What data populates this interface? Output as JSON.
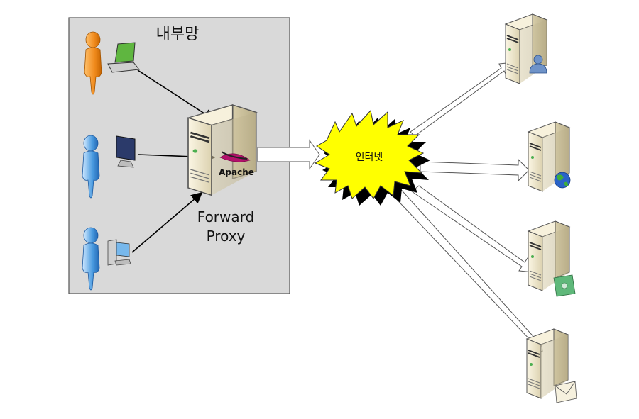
{
  "internal_network": {
    "label": "내부망"
  },
  "proxy": {
    "badge": "Apache",
    "caption_line1": "Forward",
    "caption_line2": "Proxy"
  },
  "internet": {
    "label": "인터넷"
  },
  "clients": [
    {
      "person_color": "orange",
      "device": "laptop"
    },
    {
      "person_color": "blue",
      "device": "monitor"
    },
    {
      "person_color": "blue",
      "device": "desktop"
    }
  ],
  "servers": [
    {
      "badge": "user"
    },
    {
      "badge": "globe"
    },
    {
      "badge": "money"
    },
    {
      "badge": "mail"
    }
  ],
  "colors": {
    "internal_box_fill": "#d9d9d9",
    "internet_fill": "#ffff00",
    "server_body": "#efe6c8",
    "person_orange": "#f08a1c",
    "person_blue": "#4a9be0"
  }
}
